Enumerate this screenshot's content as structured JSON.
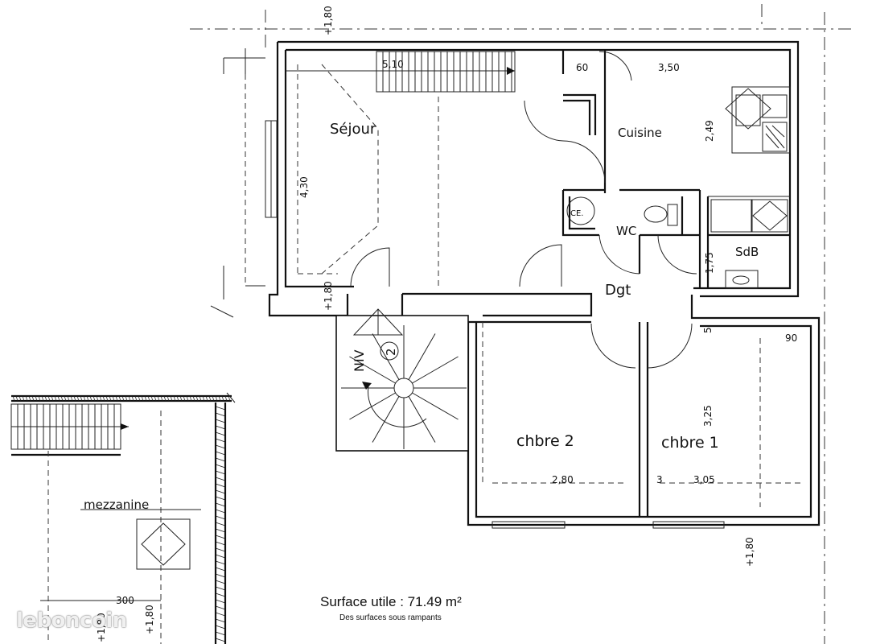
{
  "rooms": {
    "sejour": "Séjour",
    "cuisine": "Cuisine",
    "wc": "WC",
    "ce": "CE.",
    "sdb": "SdB",
    "dgt": "Dgt",
    "chbre2": "chbre 2",
    "chbre1": "chbre 1",
    "mezzanine": "mezzanine",
    "niveau": "NIV",
    "niveau_num": "2"
  },
  "dimensions": {
    "d510": "5,10",
    "d60": "60",
    "d350": "3,50",
    "d249": "2,49",
    "d430": "4,30",
    "d175": "1,75",
    "d5": "5",
    "d90": "90",
    "d325": "3,25",
    "d280": "2,80",
    "d3": "3",
    "d305": "3,05",
    "d300": "300",
    "h180a": "+1,80",
    "h180b": "+1,80",
    "h180c": "+1,80",
    "h180d": "+1,80",
    "h180e": "+1,80"
  },
  "caption": {
    "surface": "Surface utile : 71.49 m²",
    "note": "Des surfaces sous rampants"
  },
  "watermark": "leboncoin"
}
